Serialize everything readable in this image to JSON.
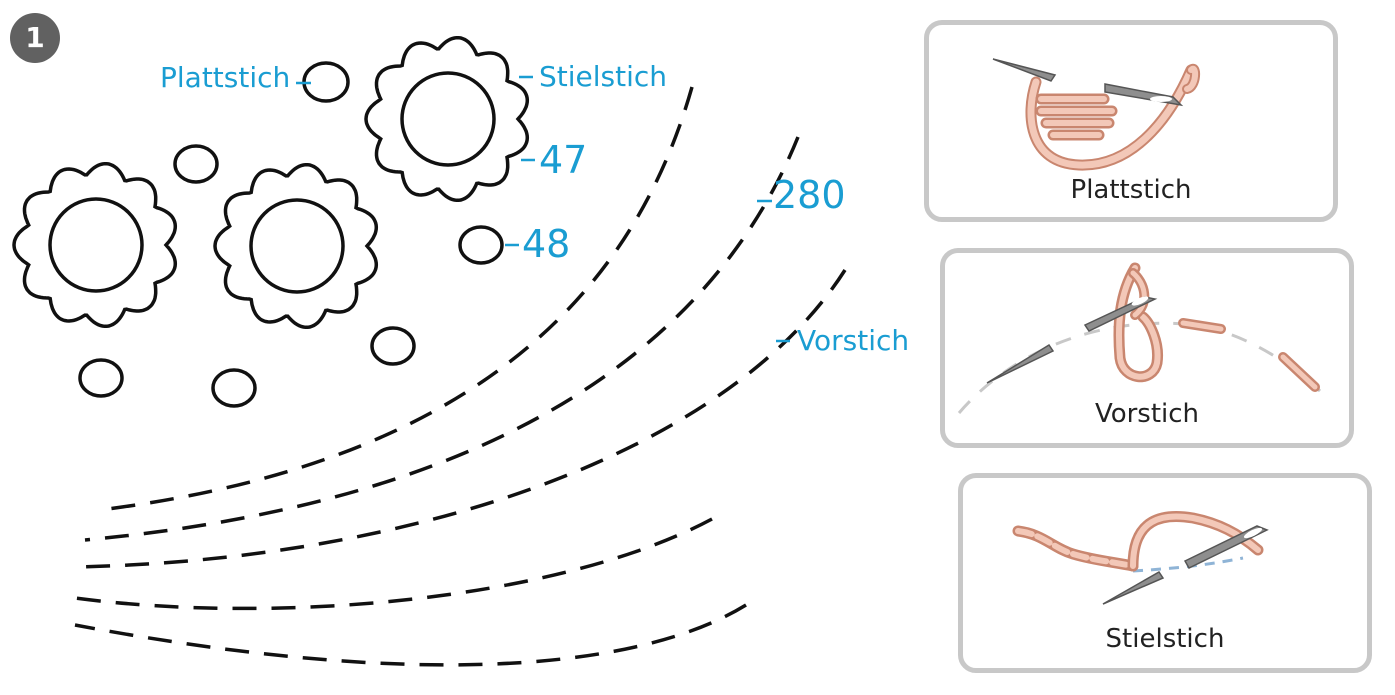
{
  "step_number": "1",
  "labels": {
    "plattstich": "Plattstich",
    "stielstich": "Stielstich",
    "n47": "47",
    "n280": "280",
    "n48": "48",
    "vorstich": "Vorstich"
  },
  "cards": [
    {
      "title": "Plattstich"
    },
    {
      "title": "Vorstich"
    },
    {
      "title": "Stielstich"
    }
  ],
  "colors": {
    "label_blue": "#1a9dd2",
    "thread": "#e8a890",
    "needle": "#8a8a8a",
    "card_border": "#c8c8c8"
  }
}
